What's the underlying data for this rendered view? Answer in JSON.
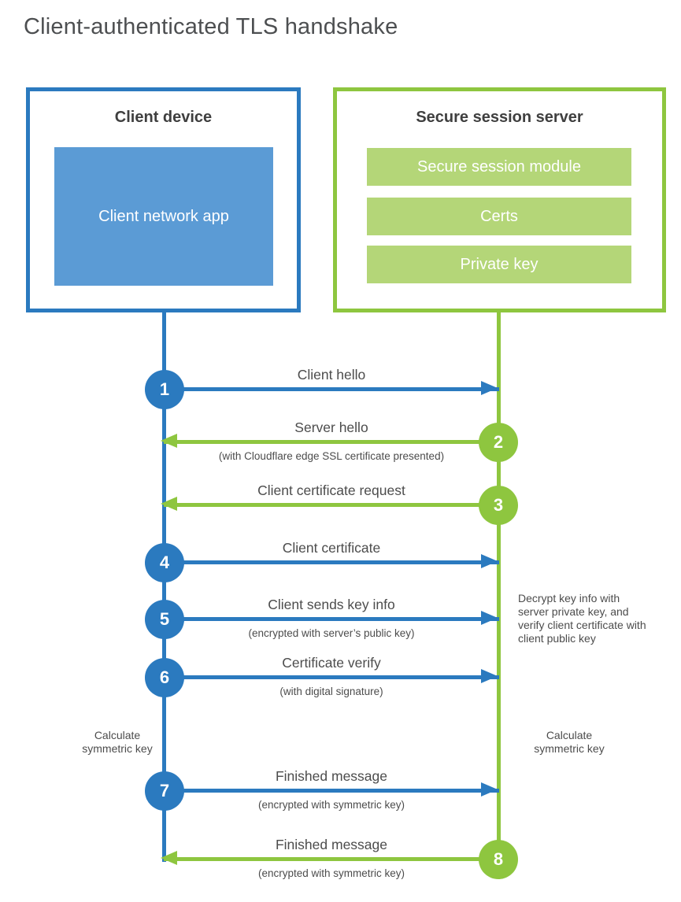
{
  "title": "Client-authenticated TLS handshake",
  "client": {
    "label": "Client device",
    "app_label": "Client network app"
  },
  "server": {
    "label": "Secure session server",
    "modules": [
      "Secure session module",
      "Certs",
      "Private key"
    ]
  },
  "steps": [
    {
      "num": "1",
      "from": "client",
      "label": "Client hello",
      "sub": ""
    },
    {
      "num": "2",
      "from": "server",
      "label": "Server hello",
      "sub": "(with Cloudflare edge SSL certificate presented)"
    },
    {
      "num": "3",
      "from": "server",
      "label": "Client certificate request",
      "sub": ""
    },
    {
      "num": "4",
      "from": "client",
      "label": "Client certificate",
      "sub": ""
    },
    {
      "num": "5",
      "from": "client",
      "label": "Client sends key info",
      "sub": "(encrypted with server’s public key)"
    },
    {
      "num": "6",
      "from": "client",
      "label": "Certificate verify",
      "sub": "(with digital signature)"
    },
    {
      "num": "7",
      "from": "client",
      "label": "Finished message",
      "sub": "(encrypted with symmetric key)"
    },
    {
      "num": "8",
      "from": "server",
      "label": "Finished message",
      "sub": "(encrypted with symmetric key)"
    }
  ],
  "annotations": {
    "decrypt_note": "Decrypt key info with server private key, and verify client certificate with client public key",
    "calculate_left": "Calculate symmetric key",
    "calculate_right": "Calculate symmetric key"
  },
  "colors": {
    "client_accent": "#2b7abf",
    "client_fill": "#5b9bd5",
    "server_accent": "#8ec63f",
    "server_fill": "#b4d678",
    "text": "#4c4c4c"
  }
}
